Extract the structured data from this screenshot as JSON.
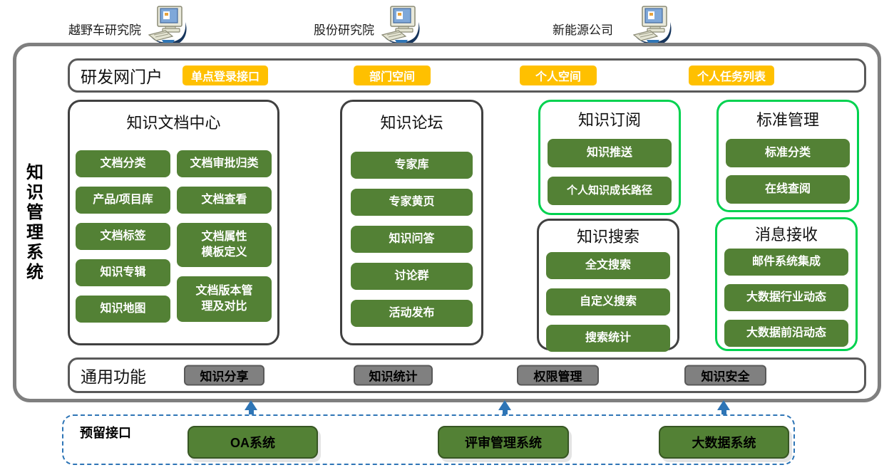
{
  "external_systems": [
    {
      "label": "越野车研究院"
    },
    {
      "label": "股份研究院"
    },
    {
      "label": "新能源公司"
    }
  ],
  "system_title": "知识管理系统",
  "portal": {
    "title": "研发网门户",
    "buttons": [
      {
        "label": "单点登录接口"
      },
      {
        "label": "部门空间"
      },
      {
        "label": "个人空间"
      },
      {
        "label": "个人任务列表"
      }
    ]
  },
  "modules": {
    "doc_center": {
      "title": "知识文档中心",
      "left": [
        "文档分类",
        "产品/项目库",
        "文档标签",
        "知识专辑",
        "知识地图"
      ],
      "right": [
        "文档审批归类",
        "文档查看",
        "文档属性\n模板定义",
        "文档版本管\n理及对比"
      ]
    },
    "forum": {
      "title": "知识论坛",
      "buttons": [
        "专家库",
        "专家黄页",
        "知识问答",
        "讨论群",
        "活动发布"
      ]
    },
    "subscribe": {
      "title": "知识订阅",
      "buttons": [
        "知识推送",
        "个人知识成长路径"
      ]
    },
    "search": {
      "title": "知识搜索",
      "buttons": [
        "全文搜索",
        "自定义搜索",
        "搜索统计"
      ]
    },
    "standard": {
      "title": "标准管理",
      "buttons": [
        "标准分类",
        "在线查阅"
      ]
    },
    "message": {
      "title": "消息接收",
      "buttons": [
        "邮件系统集成",
        "大数据行业动态",
        "大数据前沿动态"
      ]
    }
  },
  "common": {
    "title": "通用功能",
    "buttons": [
      "知识分享",
      "知识统计",
      "权限管理",
      "知识安全"
    ]
  },
  "reserved": {
    "title": "预留接口",
    "systems": [
      "OA系统",
      "评审管理系统",
      "大数据系统"
    ]
  },
  "colors": {
    "button_green": "#538135",
    "button_green_border": "#375623",
    "accent_orange": "#FFC000",
    "button_gray": "#808080",
    "button_gray_border": "#595959",
    "box_border_dark": "#404040",
    "box_border_green": "#00D24F",
    "outer_border_gray": "#7F7F7F",
    "connector_blue": "#2E75B6",
    "icon_navy": "#17365D"
  }
}
